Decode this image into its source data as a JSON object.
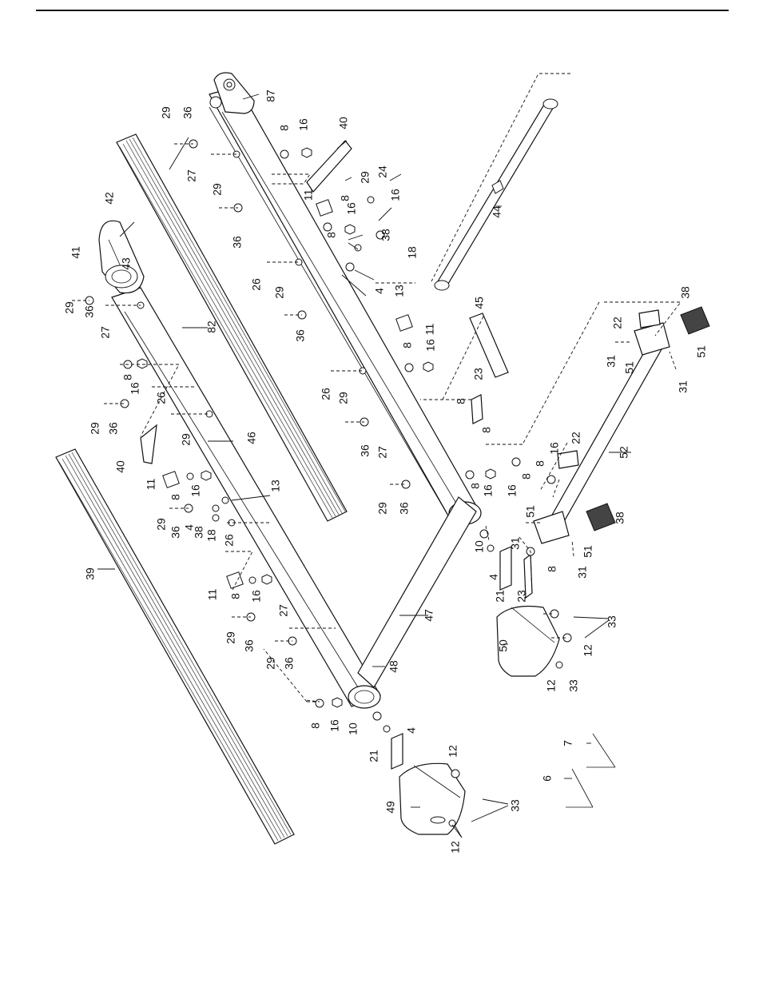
{
  "labels": {
    "p87": "87",
    "p29": "29",
    "p36": "36",
    "p8": "8",
    "p16": "16",
    "p40": "40",
    "p27": "27",
    "p11": "11",
    "p24": "24",
    "p42": "42",
    "p41": "41",
    "p43": "43",
    "p26": "26",
    "p38": "38",
    "p18": "18",
    "p13": "13",
    "p4": "4",
    "p44": "44",
    "p82": "82",
    "p45": "45",
    "p23": "23",
    "p22": "22",
    "p31": "31",
    "p51": "51",
    "p46": "46",
    "p52": "52",
    "p10": "10",
    "p21": "21",
    "p47": "47",
    "p39": "39",
    "p48": "48",
    "p50": "50",
    "p33": "33",
    "p12": "12",
    "p49": "49",
    "p7": "7",
    "p6": "6"
  }
}
